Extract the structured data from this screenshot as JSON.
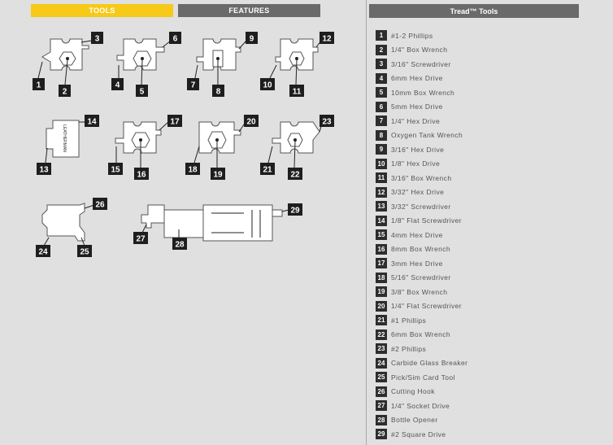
{
  "tabs": {
    "tools": "TOOLS",
    "features": "FEATURES"
  },
  "panel": {
    "title": "Tread™ Tools"
  },
  "tools": [
    {
      "num": "1",
      "label": "#1-2 Phillips"
    },
    {
      "num": "2",
      "label": "1/4\" Box Wrench"
    },
    {
      "num": "3",
      "label": "3/16\" Screwdriver"
    },
    {
      "num": "4",
      "label": "6mm Hex Drive"
    },
    {
      "num": "5",
      "label": "10mm Box Wrench"
    },
    {
      "num": "6",
      "label": "5mm Hex Drive"
    },
    {
      "num": "7",
      "label": "1/4\" Hex Drive"
    },
    {
      "num": "8",
      "label": "Oxygen Tank Wrench"
    },
    {
      "num": "9",
      "label": "3/16\" Hex Drive"
    },
    {
      "num": "10",
      "label": "1/8\" Hex Drive"
    },
    {
      "num": "11",
      "label": "3/16\" Box Wrench"
    },
    {
      "num": "12",
      "label": "3/32\" Hex Drive"
    },
    {
      "num": "13",
      "label": "3/32\" Screwdriver"
    },
    {
      "num": "14",
      "label": "1/8\" Flat Screwdriver"
    },
    {
      "num": "15",
      "label": "4mm Hex Drive"
    },
    {
      "num": "16",
      "label": "8mm Box Wrench"
    },
    {
      "num": "17",
      "label": "3mm Hex Drive"
    },
    {
      "num": "18",
      "label": "5/16\" Screwdriver"
    },
    {
      "num": "19",
      "label": "3/8\" Box Wrench"
    },
    {
      "num": "20",
      "label": "1/4\" Flat Screwdriver"
    },
    {
      "num": "21",
      "label": "#1 Phillips"
    },
    {
      "num": "22",
      "label": "6mm Box Wrench"
    },
    {
      "num": "23",
      "label": "#2 Phillips"
    },
    {
      "num": "24",
      "label": "Carbide Glass Breaker"
    },
    {
      "num": "25",
      "label": "Pick/Sim Card Tool"
    },
    {
      "num": "26",
      "label": "Cutting Hook"
    },
    {
      "num": "27",
      "label": "1/4\" Socket Drive"
    },
    {
      "num": "28",
      "label": "Bottle Opener"
    },
    {
      "num": "29",
      "label": "#2 Square Drive"
    }
  ],
  "diagram": {
    "engraving": "LEATHERMAN"
  }
}
